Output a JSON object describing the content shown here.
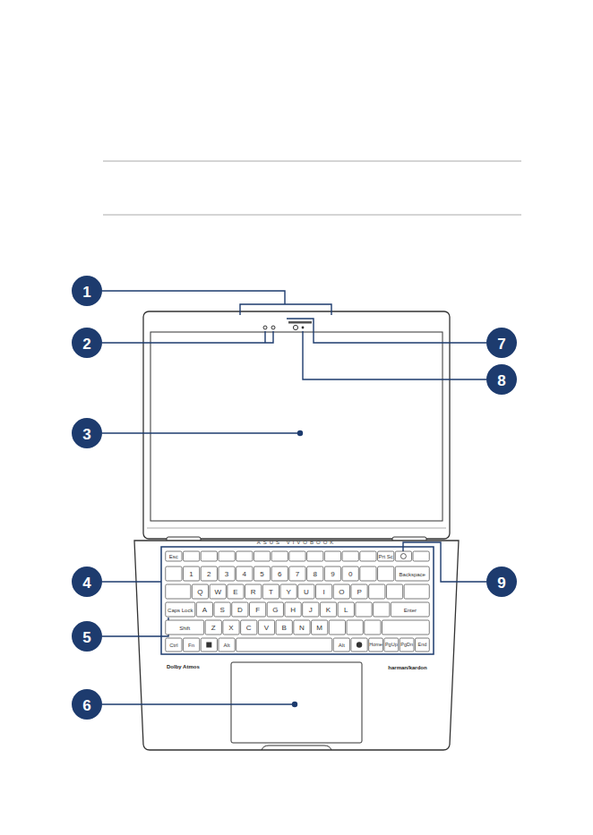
{
  "diagram": {
    "labels": [
      "1",
      "2",
      "3",
      "4",
      "5",
      "6",
      "7",
      "8",
      "9",
      "Esc",
      "Prt Sc",
      "1",
      "2",
      "3",
      "4",
      "5",
      "6",
      "7",
      "8",
      "9",
      "0",
      "Backspace",
      "Q",
      "W",
      "E",
      "R",
      "T",
      "Y",
      "U",
      "I",
      "O",
      "P",
      "Caps Lock",
      "A",
      "S",
      "D",
      "F",
      "G",
      "H",
      "J",
      "K",
      "L",
      "Enter",
      "Shift",
      "Z",
      "X",
      "C",
      "V",
      "B",
      "N",
      "M",
      "Ctrl",
      "Fn",
      "Alt",
      "Alt",
      "Home",
      "PgUp",
      "PgDn",
      "End",
      "ASUS VIVOBOOK",
      "Dolby Atmos",
      "harman/kardon"
    ]
  }
}
